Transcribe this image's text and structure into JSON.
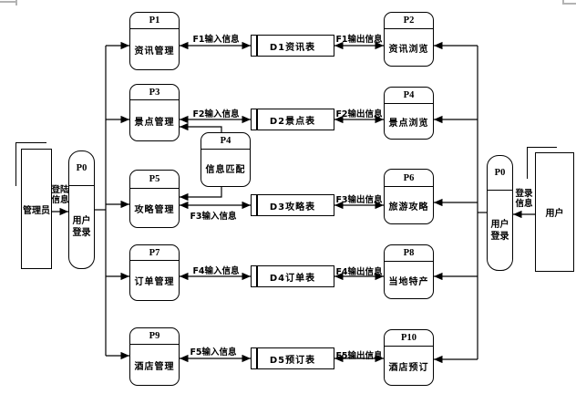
{
  "diagram_type": "data-flow-diagram",
  "colors": {
    "line": "#000000",
    "background": "#ffffff",
    "frame_fragment": "#b3b3b3"
  },
  "entities": {
    "admin": {
      "label": "管理员"
    },
    "user": {
      "label": "用户"
    }
  },
  "processes": {
    "p0_left": {
      "id": "P0",
      "label": "用户登录"
    },
    "p0_right": {
      "id": "P0",
      "label": "用户登录"
    },
    "p1": {
      "id": "P1",
      "label": "资讯管理"
    },
    "p2": {
      "id": "P2",
      "label": "资讯浏览"
    },
    "p3": {
      "id": "P3",
      "label": "景点管理"
    },
    "p4_middle": {
      "id": "P4",
      "label": "信息匹配"
    },
    "p4_right": {
      "id": "P4",
      "label": "景点浏览"
    },
    "p5": {
      "id": "P5",
      "label": "攻略管理"
    },
    "p6": {
      "id": "P6",
      "label": "旅游攻略"
    },
    "p7": {
      "id": "P7",
      "label": "订单管理"
    },
    "p8": {
      "id": "P8",
      "label": "当地特产"
    },
    "p9": {
      "id": "P9",
      "label": "酒店管理"
    },
    "p10": {
      "id": "P10",
      "label": "酒店预订"
    }
  },
  "data_stores": {
    "d1": {
      "label": "D1资讯表"
    },
    "d2": {
      "label": "D2景点表"
    },
    "d3": {
      "label": "D3攻略表"
    },
    "d4": {
      "label": "D4订单表"
    },
    "d5": {
      "label": "D5预订表"
    }
  },
  "flows": {
    "f1_in": {
      "label": "F1输入信息"
    },
    "f1_out": {
      "label": "F1输出信息"
    },
    "f2_in": {
      "label": "F2输入信息"
    },
    "f2_out": {
      "label": "F2输出信息"
    },
    "f3_in": {
      "label": "F3输入信息"
    },
    "f3_out": {
      "label": "F3输出信息"
    },
    "f4_in": {
      "label": "F4输入信息"
    },
    "f4_out": {
      "label": "F4输出信息"
    },
    "f5_in": {
      "label": "F5输入信息"
    },
    "f5_out": {
      "label": "F5输出信息"
    },
    "admin_login": {
      "label": "登陆信息"
    },
    "user_login": {
      "label": "登录信息"
    }
  }
}
